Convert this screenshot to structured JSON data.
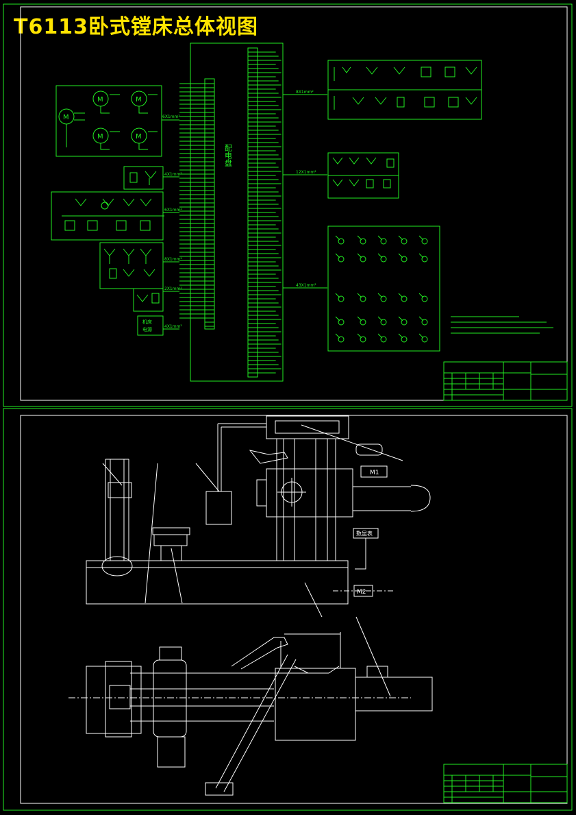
{
  "title": "T6113卧式镗床总体视图",
  "electrical": {
    "cabinet_label": "配电盘",
    "motor_symbol": "M",
    "cable_motors": "6X1mm²",
    "cable_left_a": "4X1mm²",
    "cable_left_b": "6X1mm²",
    "cable_left_c": "8X1mm²",
    "cable_left_d": "2X1mm²",
    "cable_left_e": "4X1mm²",
    "cable_right_top": "8X1mm²",
    "cable_right_mid": "12X1mm²",
    "cable_right_bottom": "43X1mm²",
    "power_box_line1": "机床",
    "power_box_line2": "电源"
  },
  "mechanical": {
    "label_m1": "M1",
    "label_m2": "M2",
    "label_box": "数显表"
  },
  "colors": {
    "background": "#000000",
    "linework_green": "#22ee22",
    "linework_white": "#ffffff",
    "title_yellow": "#ffe400"
  }
}
